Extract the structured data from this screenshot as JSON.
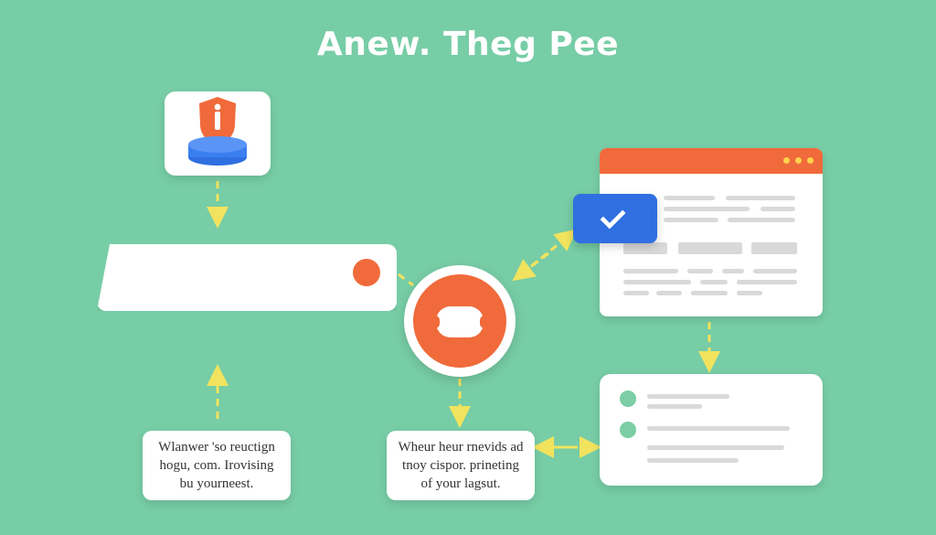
{
  "title": "Anew. Theg Pee",
  "notes": {
    "left": [
      "Wlanwer 'so reuctign",
      "hogu, com. Irovising",
      "bu yourneest."
    ],
    "middle": [
      "Wheur heur rnevids ad",
      "tnoy cispor. prineting",
      "of your lagsut."
    ]
  },
  "colors": {
    "background": "#77cda6",
    "accent_orange": "#f06a3b",
    "accent_blue": "#2f6fe0",
    "connector_yellow": "#f2e35e",
    "card": "#ffffff"
  },
  "icons": {
    "shield": "info-shield-icon",
    "database": "database-disk-icon",
    "hub": "hub-node-icon",
    "check": "checkmark-icon"
  }
}
